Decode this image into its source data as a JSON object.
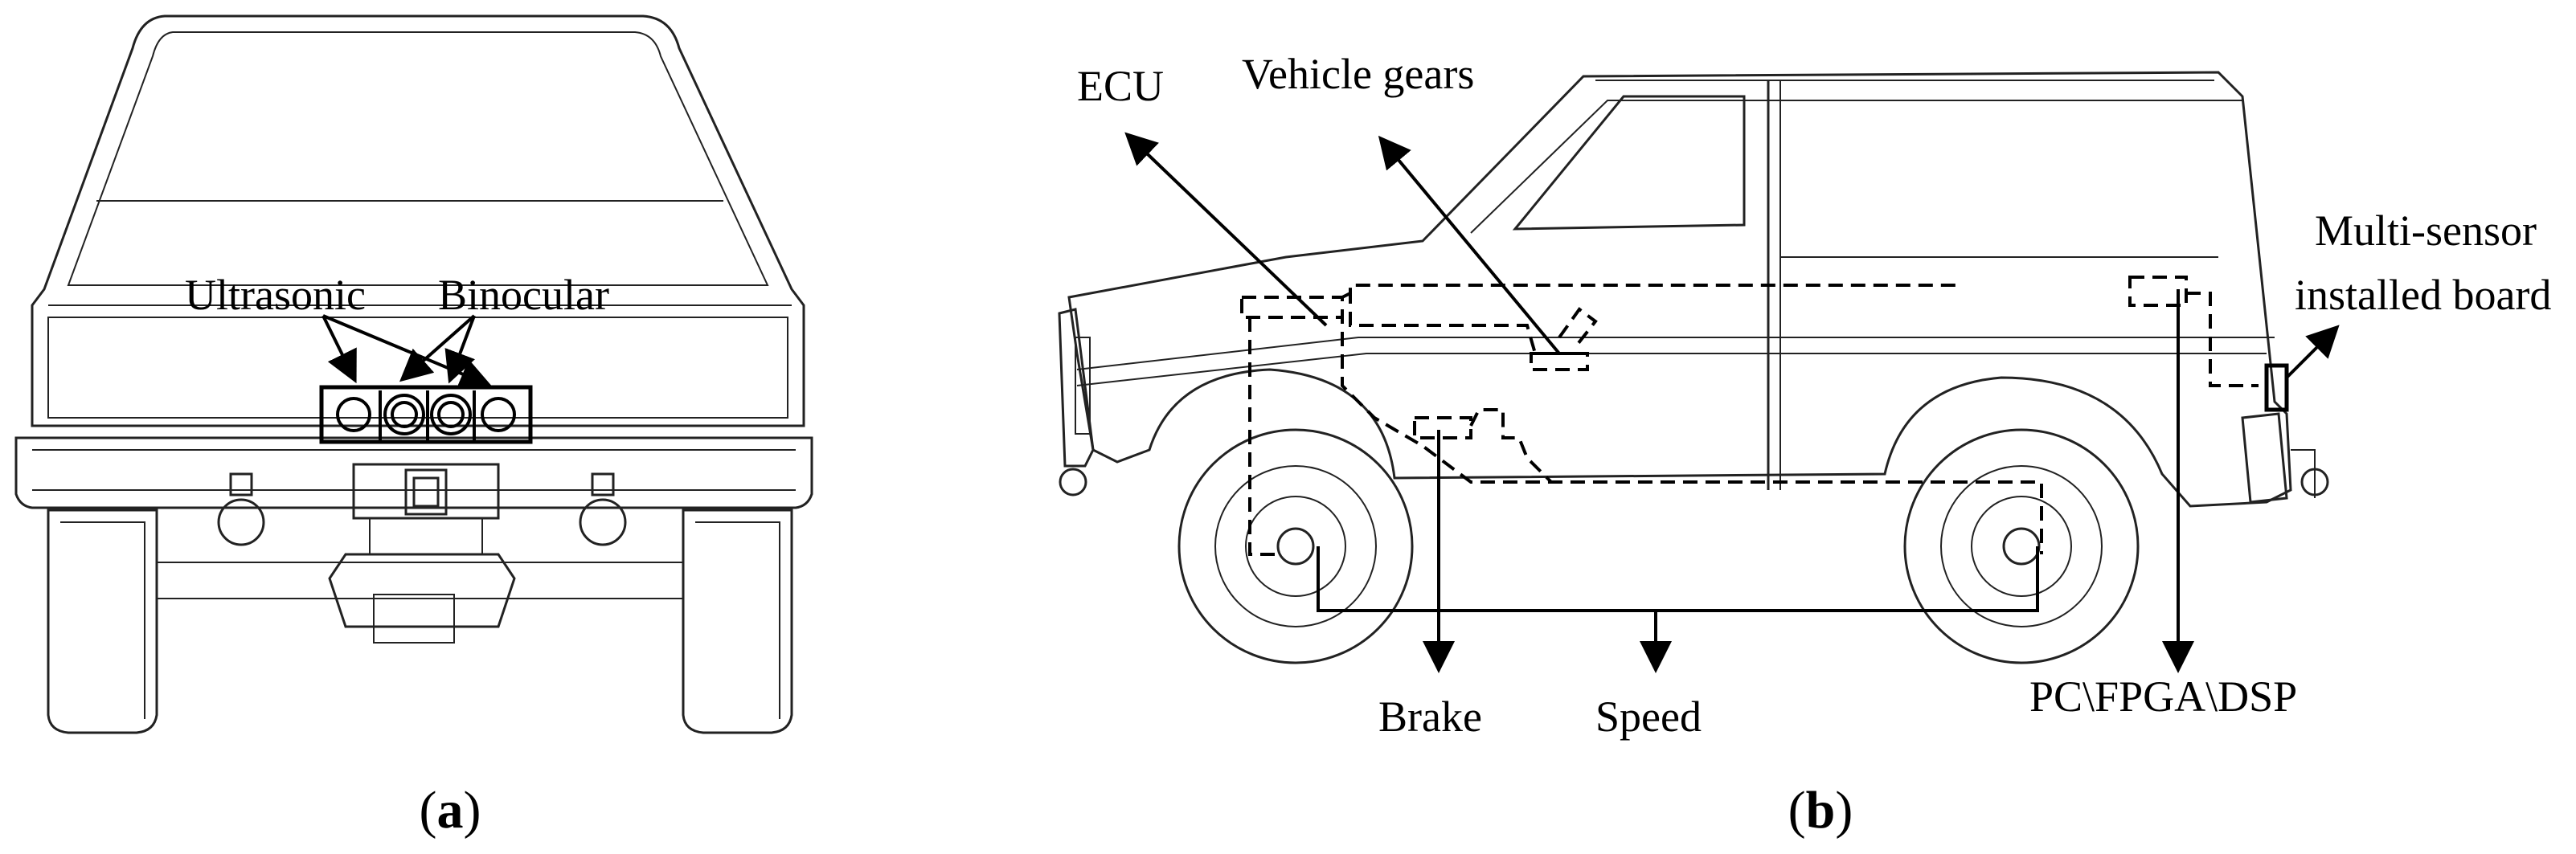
{
  "panel_a": {
    "labels": {
      "ultrasonic": "Ultrasonic",
      "binocular": "Binocular"
    },
    "caption": "a"
  },
  "panel_b": {
    "labels": {
      "ecu": "ECU",
      "vehicle_gears": "Vehicle gears",
      "multi_sensor_line1": "Multi-sensor",
      "multi_sensor_line2": "installed board",
      "brake": "Brake",
      "speed": "Speed",
      "computing": "PC\\FPGA\\DSP"
    },
    "caption": "b"
  }
}
